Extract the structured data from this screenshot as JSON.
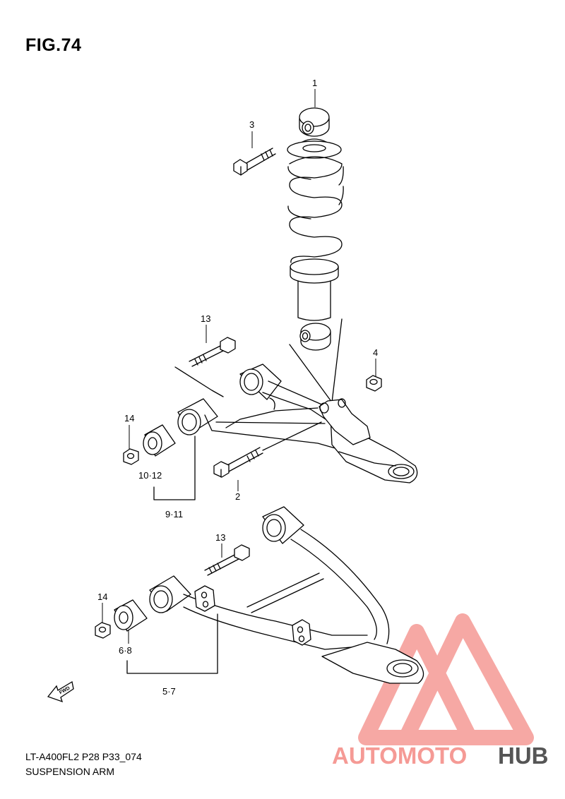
{
  "figure": {
    "title": "FIG.74"
  },
  "callouts": [
    {
      "id": "c1",
      "label": "1"
    },
    {
      "id": "c3",
      "label": "3"
    },
    {
      "id": "c13a",
      "label": "13"
    },
    {
      "id": "c4",
      "label": "4"
    },
    {
      "id": "c14a",
      "label": "14"
    },
    {
      "id": "c1012",
      "label": "10·12"
    },
    {
      "id": "c2",
      "label": "2"
    },
    {
      "id": "c911",
      "label": "9·11"
    },
    {
      "id": "c13b",
      "label": "13"
    },
    {
      "id": "c14b",
      "label": "14"
    },
    {
      "id": "c68",
      "label": "6·8"
    },
    {
      "id": "c57",
      "label": "5·7"
    }
  ],
  "fwd_label": "FWD",
  "footer": {
    "model": "LT-A400FL2 P28 P33_074",
    "name": "SUSPENSION ARM"
  },
  "watermark": {
    "part1": "AUTOMOTO",
    "part2": "HUB",
    "color_main": "#f59a95",
    "color_second": "#555555"
  }
}
